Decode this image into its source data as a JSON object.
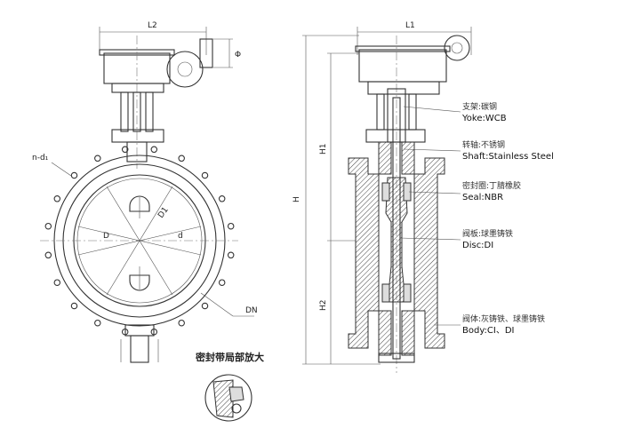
{
  "dimensions": {
    "l2": "L2",
    "phi": "Φ",
    "n_d1": "n-d₁",
    "d1": "D1",
    "d_big": "D",
    "d_small": "d",
    "dn": "DN",
    "l1": "L1",
    "h": "H",
    "h1": "H1",
    "h2": "H2"
  },
  "detail_caption": "密封带局部放大",
  "callouts": [
    {
      "cn": "支架:碳钢",
      "en": "Yoke:WCB"
    },
    {
      "cn": "转轴:不锈钢",
      "en": "Shaft:Stainless Steel"
    },
    {
      "cn": "密封圈:丁腈橡胶",
      "en": "Seal:NBR"
    },
    {
      "cn": "阀板:球墨铸铁",
      "en": "Disc:DI"
    },
    {
      "cn": "阀体:灰铸铁、球墨铸铁",
      "en": "Body:CI、DI"
    }
  ]
}
